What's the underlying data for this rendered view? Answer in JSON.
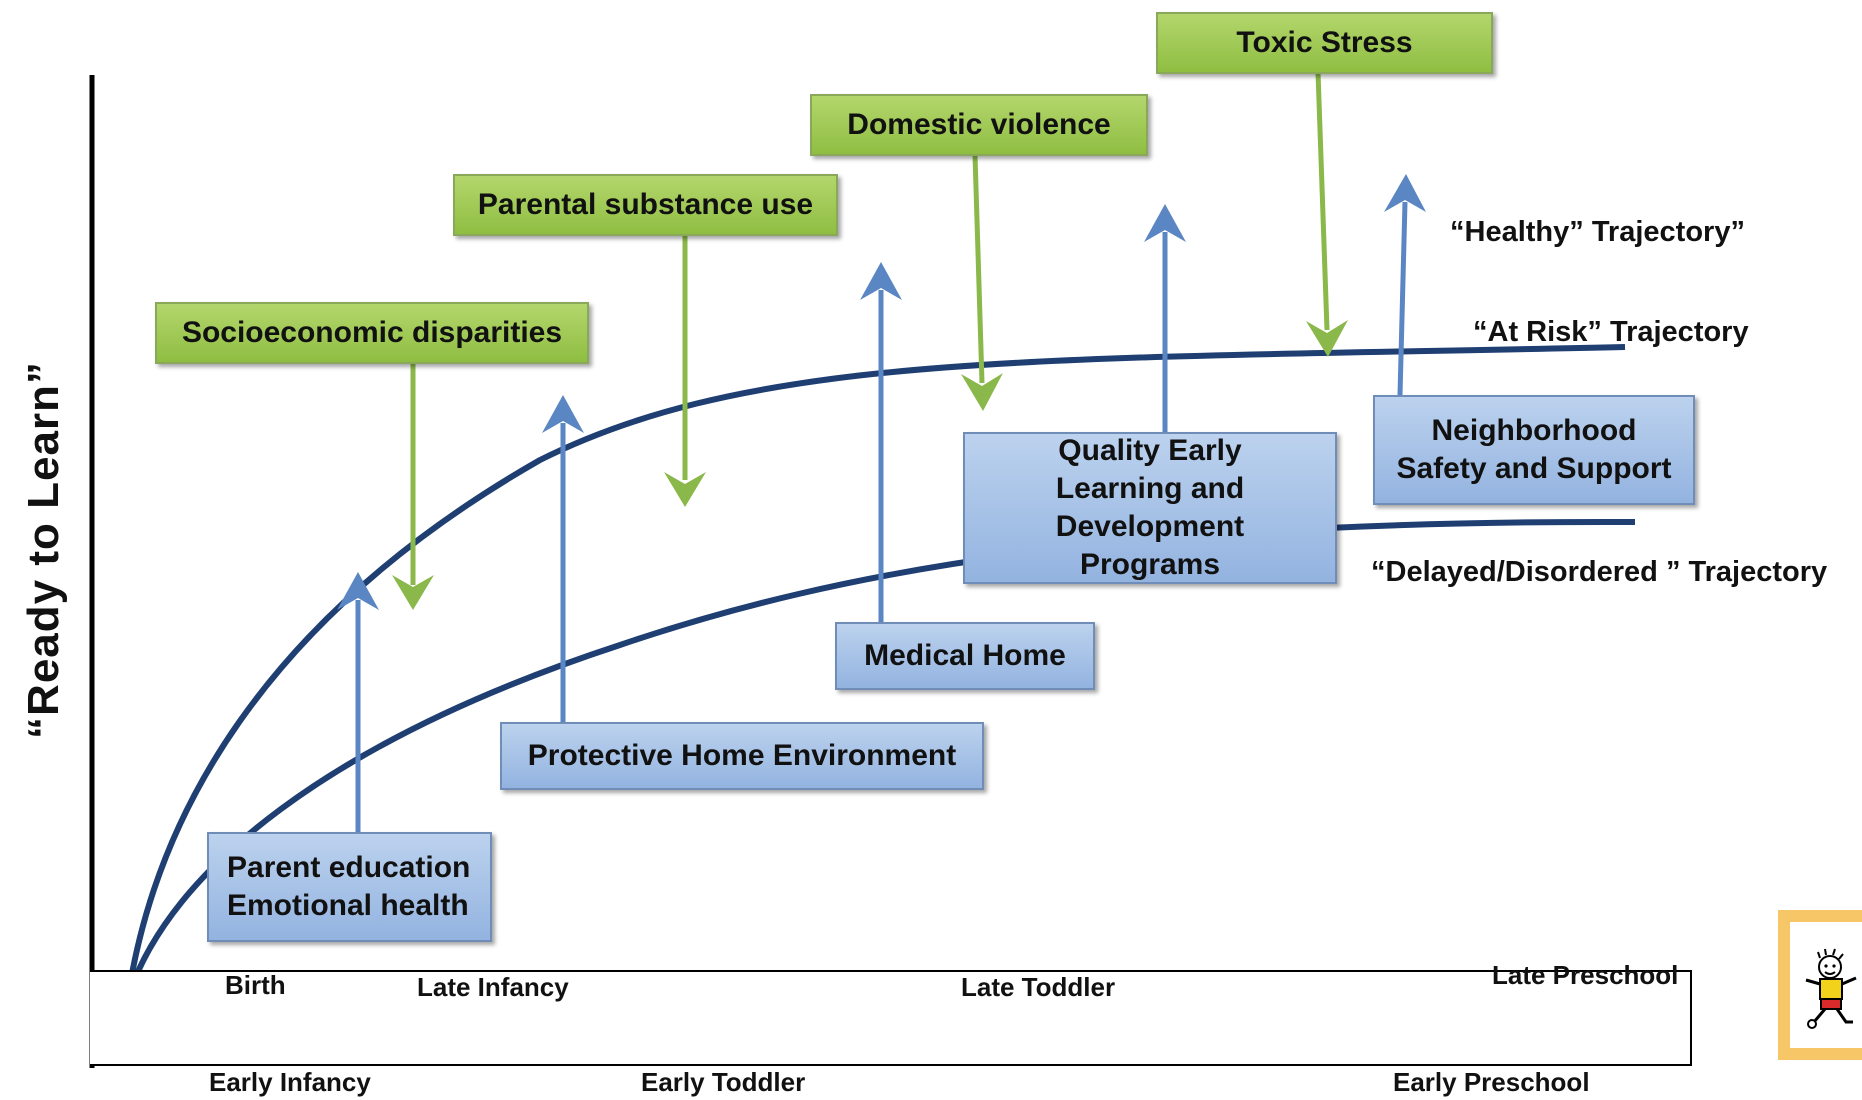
{
  "y_axis_label": "“Ready to Learn”",
  "trajectories": {
    "healthy": "“Healthy” Trajectory”",
    "at_risk": "“At Risk” Trajectory",
    "delayed": "“Delayed/Disordered ” Trajectory"
  },
  "risk_factors": {
    "socioeconomic": "Socioeconomic disparities",
    "substance": "Parental substance use",
    "domestic": "Domestic violence",
    "toxic": "Toxic Stress"
  },
  "protective_factors": {
    "parent_education": "Parent education\nEmotional health",
    "home_environment": "Protective Home Environment",
    "medical_home": "Medical Home",
    "early_learning": "Quality Early Learning and Development Programs",
    "neighborhood": "Neighborhood\nSafety and Support"
  },
  "stages_top": {
    "birth": "Birth",
    "late_infancy": "Late Infancy",
    "late_toddler": "Late Toddler",
    "late_preschool": "Late Preschool"
  },
  "stages_bottom": {
    "early_infancy": "Early Infancy",
    "early_toddler": "Early Toddler",
    "early_preschool": "Early Preschool"
  },
  "colors": {
    "curve": "#1f3f73",
    "risk_arrow": "#8ab84a",
    "protective_arrow": "#5b86c4"
  },
  "logo": {
    "icon": "child-running-icon"
  }
}
